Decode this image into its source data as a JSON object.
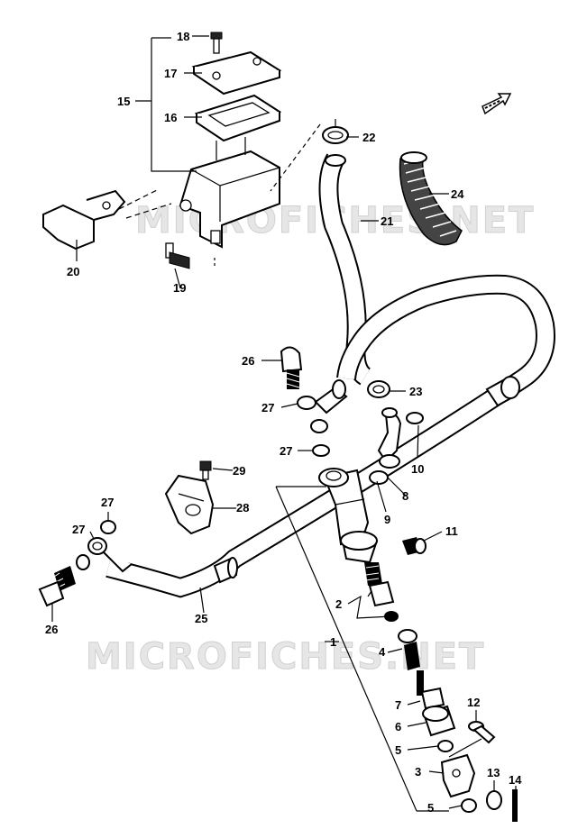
{
  "watermark": "MICROFICHES.NET",
  "labels": {
    "l1": "1",
    "l2": "2",
    "l3": "3",
    "l4": "4",
    "l5a": "5",
    "l5b": "5",
    "l6": "6",
    "l7": "7",
    "l8": "8",
    "l9": "9",
    "l10": "10",
    "l11": "11",
    "l12": "12",
    "l13": "13",
    "l14": "14",
    "l15": "15",
    "l16": "16",
    "l17": "17",
    "l18": "18",
    "l19": "19",
    "l20": "20",
    "l21": "21",
    "l22": "22",
    "l23": "23",
    "l24": "24",
    "l25": "25",
    "l26a": "26",
    "l26b": "26",
    "l27a": "27",
    "l27b": "27",
    "l27c": "27",
    "l27d": "27",
    "l28": "28",
    "l29": "29"
  }
}
